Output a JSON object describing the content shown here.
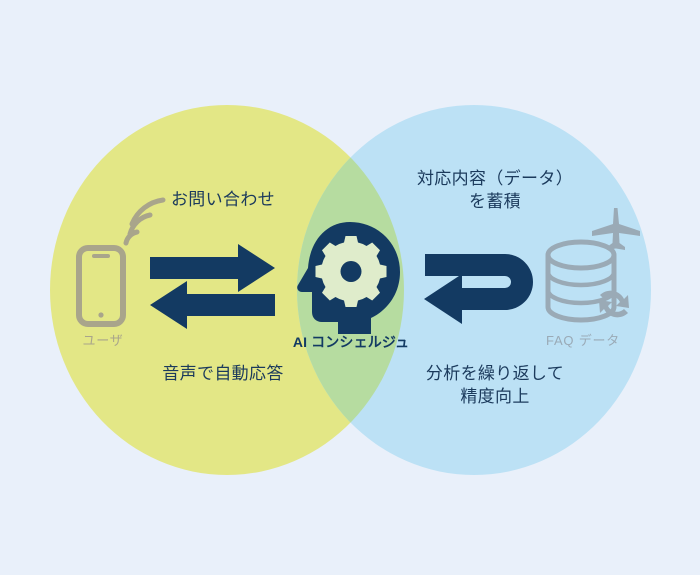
{
  "diagram": {
    "title_center": "AI コンシェルジュ",
    "background_color": "#e9f0fa",
    "left_circle": {
      "fill": "#e3e786",
      "node_label": "ユーザ",
      "node_icon": "smartphone-signal-icon",
      "top_label": "お問い合わせ",
      "bottom_label": "音声で自動応答",
      "arrow_top": "arrow-right",
      "arrow_bottom": "arrow-left"
    },
    "right_circle": {
      "fill": "#bce1f5",
      "node_label": "FAQ データ",
      "node_icon": "database-sync-airplane-icon",
      "top_label": "対応内容（データ）\nを蓄積",
      "bottom_label": "分析を繰り返して\n精度向上",
      "arrow": "u-turn-arrow-left"
    },
    "center": {
      "icon": "head-gear-icon",
      "label": "AI コンシェルジュ",
      "overlap_fill": "#b6dca0"
    },
    "colors": {
      "navy": "#133a62",
      "yellow_green": "#e3e786",
      "light_blue": "#bce1f5",
      "overlap_green": "#b6dca0",
      "background": "#e9f0fa",
      "user_gray": "#a9a58b",
      "faq_gray": "#9aaab6"
    }
  }
}
